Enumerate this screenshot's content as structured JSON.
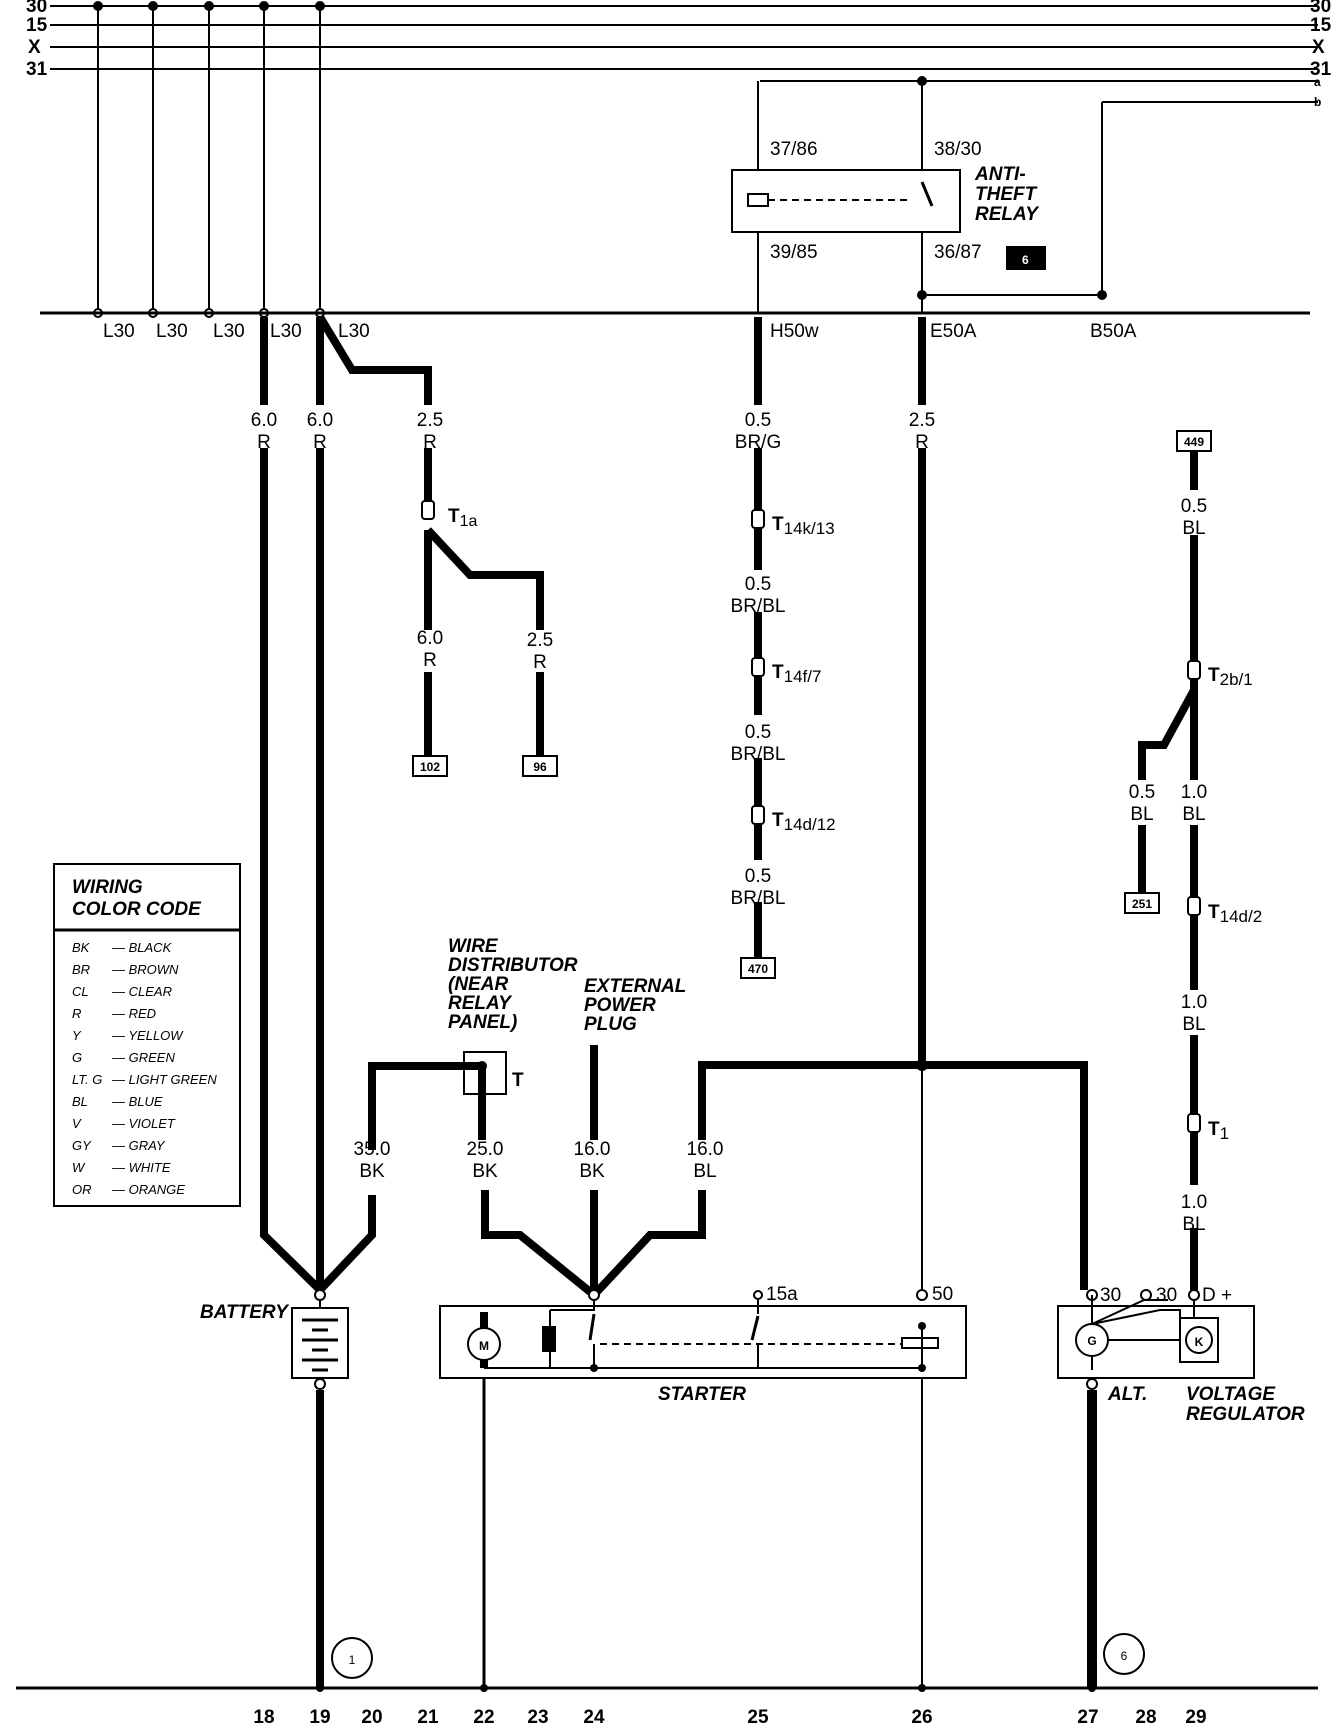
{
  "bus": {
    "left": [
      "30",
      "15",
      "X",
      "31"
    ],
    "right": [
      "30",
      "15",
      "X",
      "31"
    ],
    "sub": [
      "a",
      "b"
    ]
  },
  "l30": [
    "L30",
    "L30",
    "L30",
    "L30",
    "L30"
  ],
  "relay": {
    "name": [
      "ANTI-",
      "THEFT",
      "RELAY"
    ],
    "pins": [
      "37/86",
      "38/30",
      "39/85",
      "36/87"
    ],
    "badge": "6"
  },
  "connectors_top": [
    "H50w",
    "E50A",
    "B50A"
  ],
  "wires": {
    "w1": [
      "6.0",
      "R"
    ],
    "w2": [
      "6.0",
      "R"
    ],
    "w3": [
      "2.5",
      "R"
    ],
    "w4": [
      "6.0",
      "R"
    ],
    "w5": [
      "2.5",
      "R"
    ],
    "w6": [
      "0.5",
      "BR/G"
    ],
    "w7": [
      "0.5",
      "BR/BL"
    ],
    "w8": [
      "0.5",
      "BR/BL"
    ],
    "w9": [
      "0.5",
      "BR/BL"
    ],
    "w10": [
      "2.5",
      "R"
    ],
    "w11": [
      "0.5",
      "BL"
    ],
    "w12": [
      "0.5",
      "BL"
    ],
    "w13": [
      "1.0",
      "BL"
    ],
    "w14": [
      "1.0",
      "BL"
    ],
    "w15": [
      "1.0",
      "BL"
    ],
    "w16": [
      "35.0",
      "BK"
    ],
    "w17": [
      "25.0",
      "BK"
    ],
    "w18": [
      "16.0",
      "BK"
    ],
    "w19": [
      "16.0",
      "BL"
    ]
  },
  "connectors": {
    "t1a": [
      "T",
      "1a"
    ],
    "t14k": [
      "T",
      "14k/13"
    ],
    "t14f": [
      "T",
      "14f/7"
    ],
    "t14d12": [
      "T",
      "14d/12"
    ],
    "t2b": [
      "T",
      "2b/1"
    ],
    "t14d2": [
      "T",
      "14d/2"
    ],
    "t1": [
      "T",
      "1"
    ],
    "tdist": "T"
  },
  "refs": [
    "102",
    "96",
    "470",
    "449",
    "251"
  ],
  "legend": {
    "title": [
      "WIRING",
      "COLOR CODE"
    ],
    "items": [
      [
        "BK",
        "— BLACK"
      ],
      [
        "BR",
        "— BROWN"
      ],
      [
        "CL",
        "— CLEAR"
      ],
      [
        "R",
        "— RED"
      ],
      [
        "Y",
        "— YELLOW"
      ],
      [
        "G",
        "— GREEN"
      ],
      [
        "LT. G",
        "— LIGHT GREEN"
      ],
      [
        "BL",
        "— BLUE"
      ],
      [
        "V",
        "— VIOLET"
      ],
      [
        "GY",
        "— GRAY"
      ],
      [
        "W",
        "— WHITE"
      ],
      [
        "OR",
        "— ORANGE"
      ]
    ]
  },
  "labels": {
    "wire_distributor": [
      "WIRE",
      "DISTRIBUTOR",
      "(NEAR",
      "RELAY",
      "PANEL)"
    ],
    "external_plug": [
      "EXTERNAL",
      "POWER",
      "PLUG"
    ],
    "battery": "BATTERY",
    "starter": "STARTER",
    "alt": "ALT.",
    "voltage_regulator": [
      "VOLTAGE",
      "REGULATOR"
    ],
    "starter_15a": "15a",
    "starter_50": "50",
    "alt_30a": "30",
    "alt_30b": "30",
    "alt_d": "D +",
    "motor": "M",
    "gen": "G",
    "reg": "K"
  },
  "grounds": [
    "1",
    "6"
  ],
  "columns": [
    "18",
    "19",
    "20",
    "21",
    "22",
    "23",
    "24",
    "25",
    "26",
    "27",
    "28",
    "29"
  ]
}
